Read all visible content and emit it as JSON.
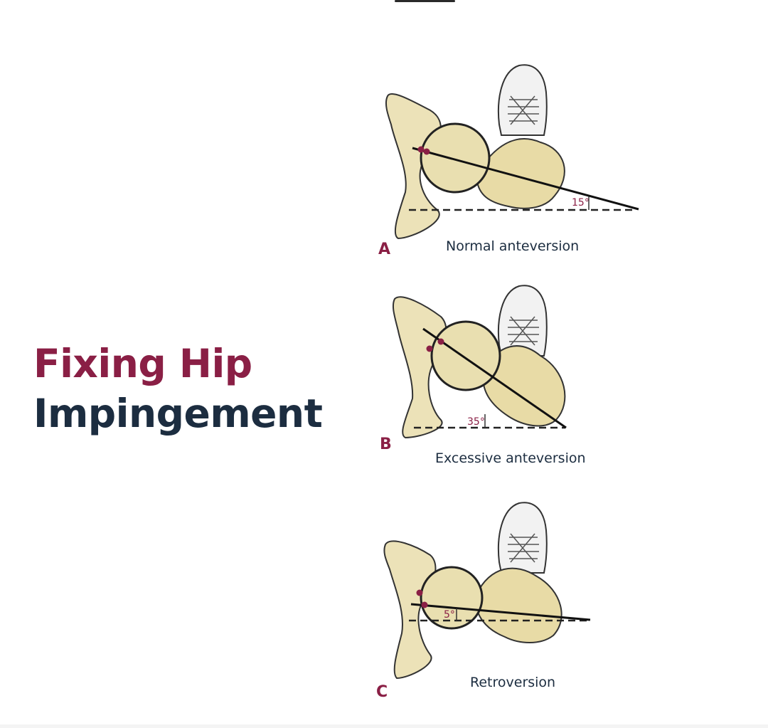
{
  "title": {
    "line1": "Fixing Hip",
    "line2": "Impingement"
  },
  "colors": {
    "accent": "#8a1f45",
    "dark": "#1c2d40",
    "bone": "#ece2b8"
  },
  "panels": [
    {
      "letter": "A",
      "caption": "Normal anteversion",
      "angle_label": "15°",
      "angle_deg": 15
    },
    {
      "letter": "B",
      "caption": "Excessive anteversion",
      "angle_label": "35°",
      "angle_deg": 35
    },
    {
      "letter": "C",
      "caption": "Retroversion",
      "angle_label": "5°",
      "angle_deg": 5
    }
  ]
}
